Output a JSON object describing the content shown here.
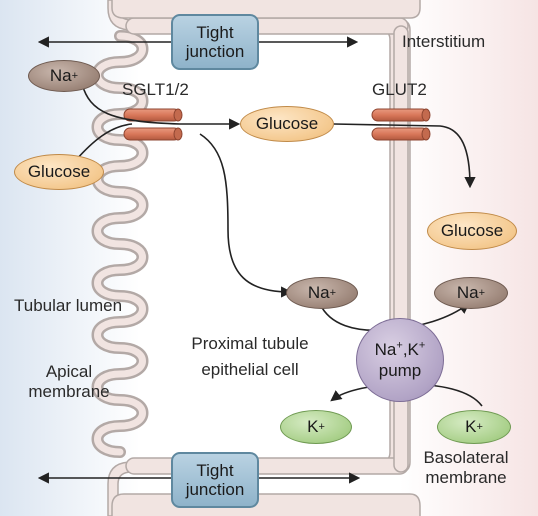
{
  "labels": {
    "tight_junction_top": [
      "Tight",
      "junction"
    ],
    "tight_junction_bottom": [
      "Tight",
      "junction"
    ],
    "interstitium": "Interstitium",
    "sglt": "SGLT1/2",
    "glut": "GLUT2",
    "tubular_lumen": "Tubular lumen",
    "proximal_cell": [
      "Proximal tubule",
      "epithelial cell"
    ],
    "apical_membrane": [
      "Apical",
      "membrane"
    ],
    "basolateral_membrane": [
      "Basolateral",
      "membrane"
    ]
  },
  "molecules": {
    "na_lumen": {
      "base": "Na",
      "charge": "+"
    },
    "glucose_lumen": "Glucose",
    "glucose_cell": "Glucose",
    "glucose_interstitium": "Glucose",
    "na_cell": {
      "base": "Na",
      "charge": "+"
    },
    "na_interstitium": {
      "base": "Na",
      "charge": "+"
    },
    "k_cell": {
      "base": "K",
      "charge": "+"
    },
    "k_interstitium": {
      "base": "K",
      "charge": "+"
    }
  },
  "pump": {
    "line1": "Na",
    "sup1": "+",
    "mid": ",K",
    "sup2": "+",
    "line2": "pump"
  },
  "colors": {
    "membrane_fill": "#f1e4e1",
    "membrane_stroke": "#b3a9a6",
    "lumen_tint": "#dbe5f1",
    "interstitium_tint": "#f6e4e4",
    "transporter": "#d9785a",
    "arrow": "#222222"
  }
}
